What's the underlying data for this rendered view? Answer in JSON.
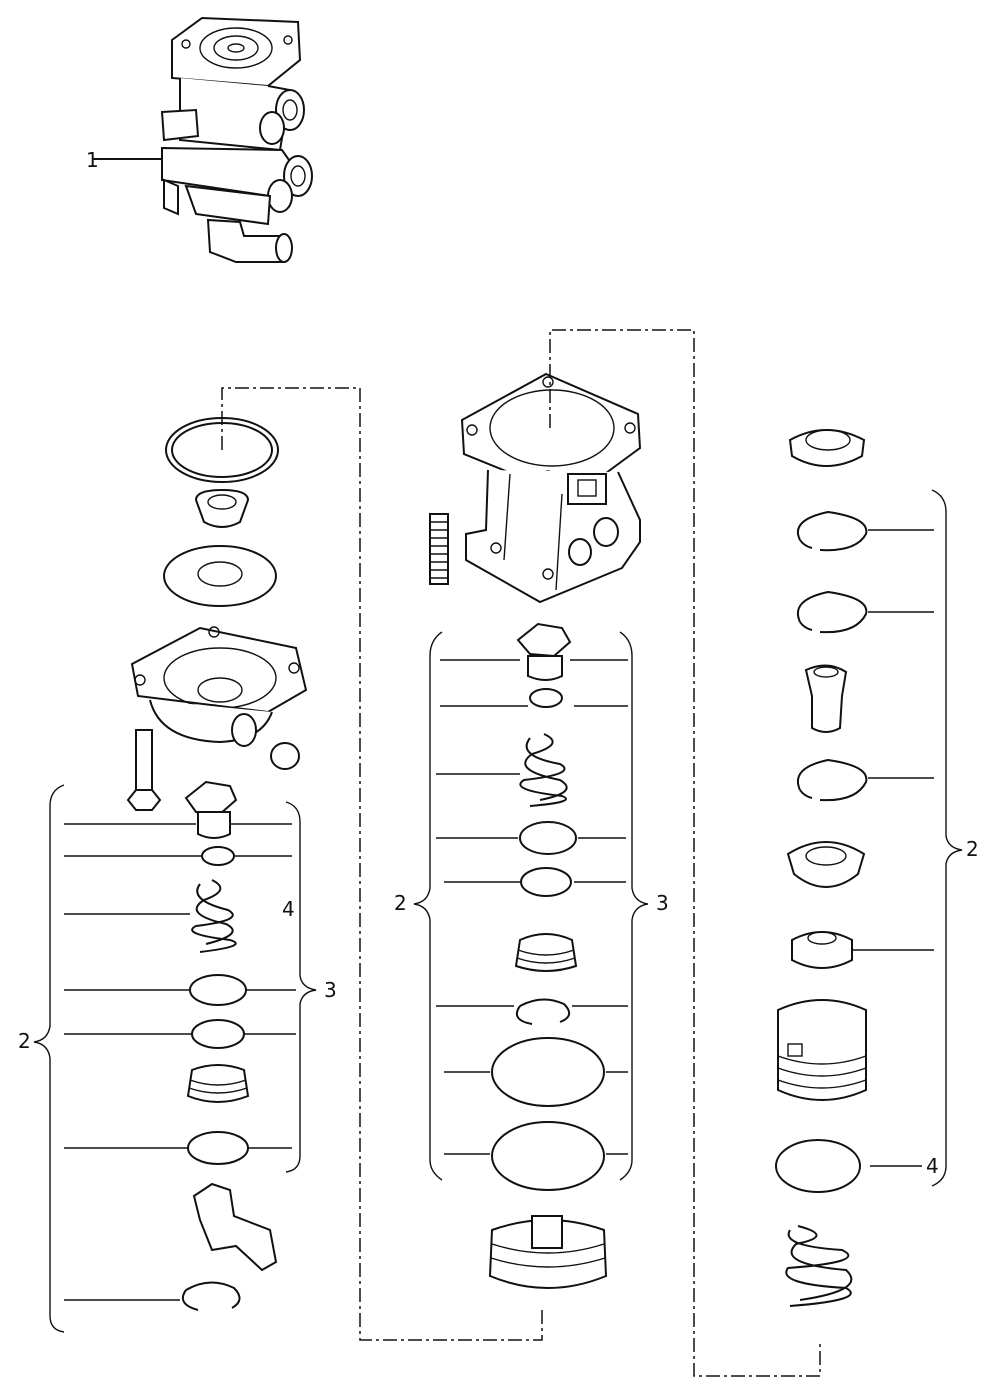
{
  "callouts": {
    "assembly": "1",
    "left_kit_outer": "2",
    "left_kit_inner": "3",
    "left_spring": "4",
    "center_kit_left": "2",
    "center_kit_right": "3",
    "right_kit": "2",
    "right_oring": "4"
  }
}
